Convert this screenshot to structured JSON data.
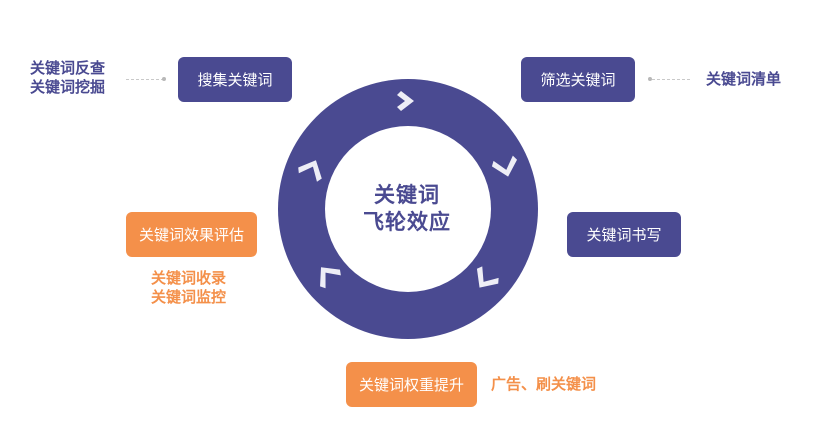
{
  "center": {
    "line1": "关键词",
    "line2": "飞轮效应"
  },
  "steps": {
    "search": "搜集关键词",
    "filter": "筛选关键词",
    "write": "关键词书写",
    "boost": "关键词权重提升",
    "evaluate": "关键词效果评估"
  },
  "notes": {
    "reverse_lookup": "关键词反查",
    "mining": "关键词挖掘",
    "list": "关键词清单",
    "ads": "广告、刷关键词",
    "indexed": "关键词收录",
    "monitor": "关键词监控"
  },
  "colors": {
    "purple": "#4a4a91",
    "orange": "#f4904a",
    "chevron": "#eeeef6"
  },
  "icons": [
    "chevron-right-icon",
    "chevron-down-icon",
    "chevron-up-icon"
  ]
}
